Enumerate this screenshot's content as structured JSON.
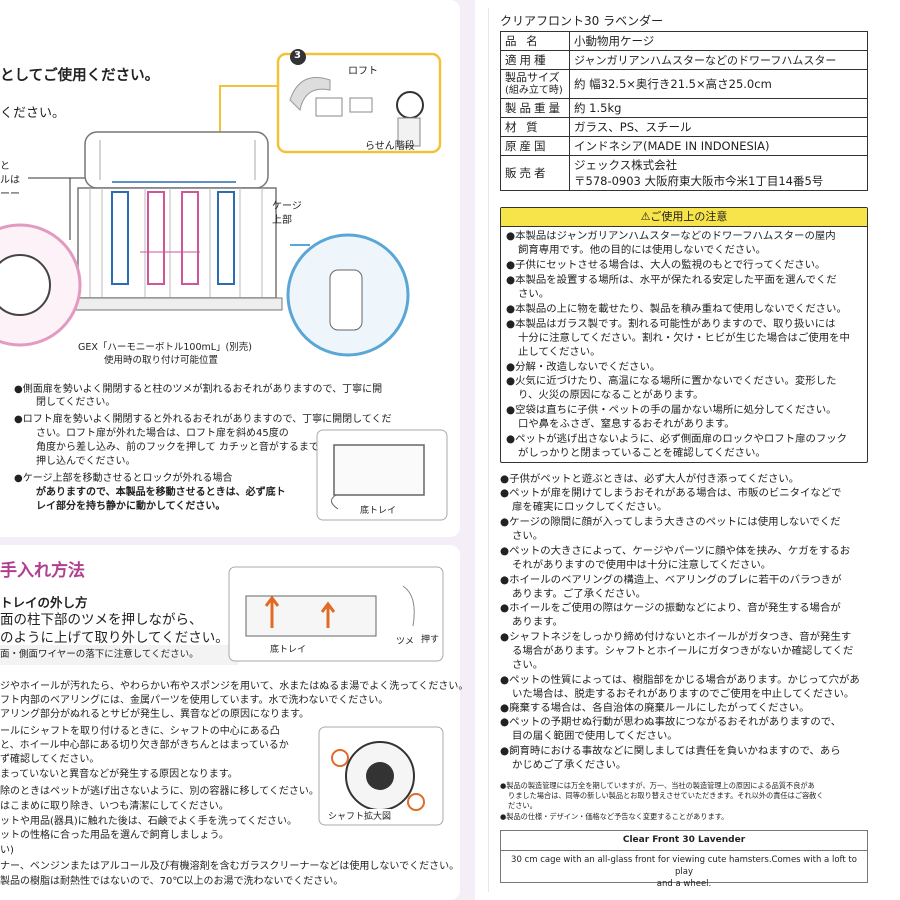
{
  "left": {
    "heading": "としてご使用ください。",
    "subheading": "ください。",
    "frag1": "と",
    "frag2": "ルは",
    "frag3": "ーー",
    "loft_label": "ロフト",
    "stairs_label": "らせん階段",
    "step_number": "3",
    "cage_top_label": "ケージ上部",
    "bottle_caption": "GEX「ハーモニーボトル100mL」(別売)",
    "bottle_caption2": "使用時の取り付け可能位置",
    "bullets": [
      "●側面扉を勢いよく開閉すると柱のツメが割れるおそれがありますので、丁寧に開",
      "閉してください。",
      "●ロフト扉を勢いよく開閉すると外れるおそれがありますので、丁寧に開閉してくだ",
      "さい。ロフト扉が外れた場合は、ロフト扉を斜め45度の",
      "角度から差し込み、前のフックを押して カチッと音がするまで",
      "押し込んでください。",
      "●ケージ上部を移動させるとロックが外れる場合",
      "がありますので、本製品を移動させるときは、必ず底ト",
      "レイ部分を持ち静かに動かしてください。"
    ],
    "tray_label": "底トレイ",
    "care_title": "手入れ方法",
    "tray_removal_title": "トレイの外し方",
    "tray_removal_l1": "面の柱下部のツメを押しながら、",
    "tray_removal_l2": "のように上げて取り外してください。",
    "note": "面・側面ワイヤーの落下に注意してください。",
    "tray_label2": "底トレイ",
    "claw_label": "ツメ",
    "push_label": "押す",
    "care_lines": [
      "ジやホイールが汚れたら、やわらかい布やスポンジを用いて、水またはぬるま湯でよく洗ってください。",
      "フト内部のベアリングには、金属パーツを使用しています。水で洗わないでください。",
      "アリング部分がぬれるとサビが発生し、異音などの原因になります。",
      "ールにシャフトを取り付けるときに、シャフトの中心にある凸",
      "と、ホイール中心部にある切り欠き部がきちんとはまっているか",
      "ず確認してください。",
      "まっていないと異音などが発生する原因となります。",
      "除のときはペットが逃げ出さないように、別の容器に移してください。",
      "はこまめに取り除き、いつも清潔にしてください。",
      "ットや用品(器具)に触れた後は、石鹸でよく手を洗ってください。",
      "ットの性格に合った用品を選んで飼育しましょう。",
      "い)",
      "ナー、ベンジンまたはアルコール及び有機溶剤を含むガラスクリーナーなどは使用しないでください。",
      "製品の樹脂は耐熱性ではないので、70℃以上のお湯で洗わないでください。"
    ],
    "shaft_label": "シャフト拡大図"
  },
  "right": {
    "product_title": "クリアフロント30 ラベンダー",
    "spec": [
      {
        "k": "品 名",
        "v": "小動物用ケージ"
      },
      {
        "k": "適用種",
        "v": "ジャンガリアンハムスターなどのドワーフハムスター"
      },
      {
        "k": "製品サイズ(組み立て時)",
        "v": "約 幅32.5×奥行き21.5×高さ25.0cm"
      },
      {
        "k": "製品重量",
        "v": "約 1.5kg"
      },
      {
        "k": "材 質",
        "v": "ガラス、PS、スチール"
      },
      {
        "k": "原産国",
        "v": "インドネシア(MADE IN INDONESIA)"
      },
      {
        "k": "販売者",
        "v": "ジェックス株式会社"
      }
    ],
    "spec_size_k1": "製品サイズ",
    "spec_size_k2": "(組み立て時)",
    "seller_address": "〒578-0903 大阪府東大阪市今米1丁目14番5号",
    "caution_title": "⚠ご使用上の注意",
    "caution_lines": [
      "●本製品はジャンガリアンハムスターなどのドワーフハムスターの屋内",
      "飼育専用です。他の目的には使用しないでください。",
      "●子供にセットさせる場合は、大人の監視のもとで行ってください。",
      "●本製品を設置する場所は、水平が保たれる安定した平面を選んでくだ",
      "さい。",
      "●本製品の上に物を載せたり、製品を積み重ねて使用しないでください。",
      "●本製品はガラス製です。割れる可能性がありますので、取り扱いには",
      "十分に注意してください。割れ・欠け・ヒビが生じた場合はご使用を中",
      "止してください。",
      "●分解・改造しないでください。",
      "●火気に近づけたり、高温になる場所に置かないでください。変形した",
      "り、火災の原因になることがあります。",
      "●空袋は直ちに子供・ペットの手の届かない場所に処分してください。",
      "口や鼻をふさぎ、窒息するおそれがあります。",
      "●ペットが逃げ出さないように、必ず側面扉のロックやロフト扉のフック",
      "がしっかりと閉まっていることを確認してください。"
    ],
    "general_lines": [
      "●子供がペットと遊ぶときは、必ず大人が付き添ってください。",
      "●ペットが扉を開けてしまうおそれがある場合は、市販のビニタイなどで",
      "扉を確実にロックしてください。",
      "●ケージの隙間に顔が入ってしまう大きさのペットには使用しないでくだ",
      "さい。",
      "●ペットの大きさによって、ケージやパーツに顔や体を挟み、ケガをするお",
      "それがありますので使用中は十分に注意してください。",
      "●ホイールのベアリングの構造上、ベアリングのブレに若干のバラつきが",
      "あります。ご了承ください。",
      "●ホイールをご使用の際はケージの振動などにより、音が発生する場合が",
      "あります。",
      "●シャフトネジをしっかり締め付けないとホイールがガタつき、音が発生す",
      "る場合があります。シャフトとホイールにガタつきがないか確認してくだ",
      "さい。",
      "●ペットの性質によっては、樹脂部をかじる場合があります。かじって穴があ",
      "いた場合は、脱走するおそれがありますのでご使用を中止してください。",
      "●廃棄する場合は、各自治体の廃棄ルールにしたがってください。",
      "●ペットの予期せぬ行動が思わぬ事故につながるおそれがありますので、",
      "目の届く範囲で使用してください。",
      "●飼育時における事故などに関しましては責任を負いかねますので、あら",
      "かじめご了承ください。"
    ],
    "fine_lines": [
      "●製品の製造管理には万全を期していますが、万一、当社の製造管理上の原因による品質不良があ",
      "りました場合は、同等の新しい製品とお取り替えさせていただきます。それ以外の責任はご容赦く",
      "ださい。",
      "●製品の仕様・デザイン・価格など予告なく変更することがあります。"
    ],
    "en_title": "Clear Front 30 Lavender",
    "en_text1": "30 cm cage with an all-glass front for viewing cute hamsters.Comes with a loft to play",
    "en_text2": "and a wheel."
  }
}
